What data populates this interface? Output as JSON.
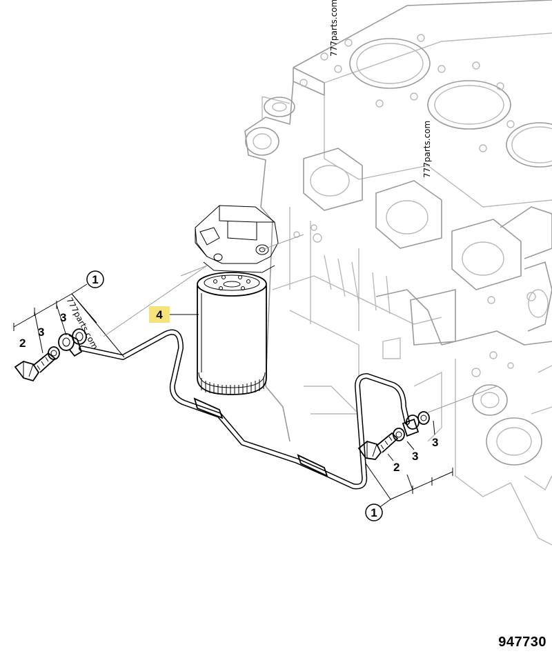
{
  "diagram": {
    "callouts": {
      "pipe_top": "1",
      "pipe_bottom": "1",
      "bolt_left": "2",
      "bolt_right": "2",
      "washer_left_a": "3",
      "washer_left_b": "3",
      "washer_right_a": "3",
      "washer_right_b": "3",
      "filter": "4"
    },
    "highlight_color": "#f5e27a",
    "watermarks": [
      "777parts.com",
      "777parts.com",
      "777parts.com"
    ],
    "figure_number": "947730"
  }
}
